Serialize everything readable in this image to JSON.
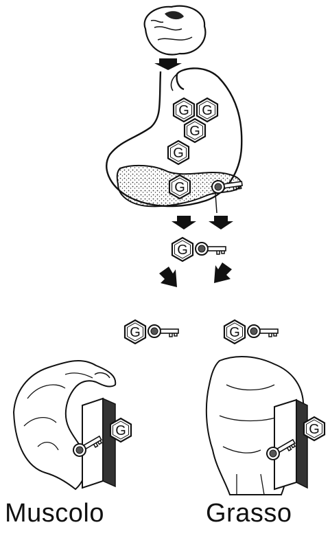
{
  "labels": {
    "glucose": "G",
    "muscle": "Muscolo",
    "fat": "Grasso"
  },
  "colors": {
    "ink": "#111111",
    "paper": "#ffffff",
    "shade": "#444444"
  }
}
